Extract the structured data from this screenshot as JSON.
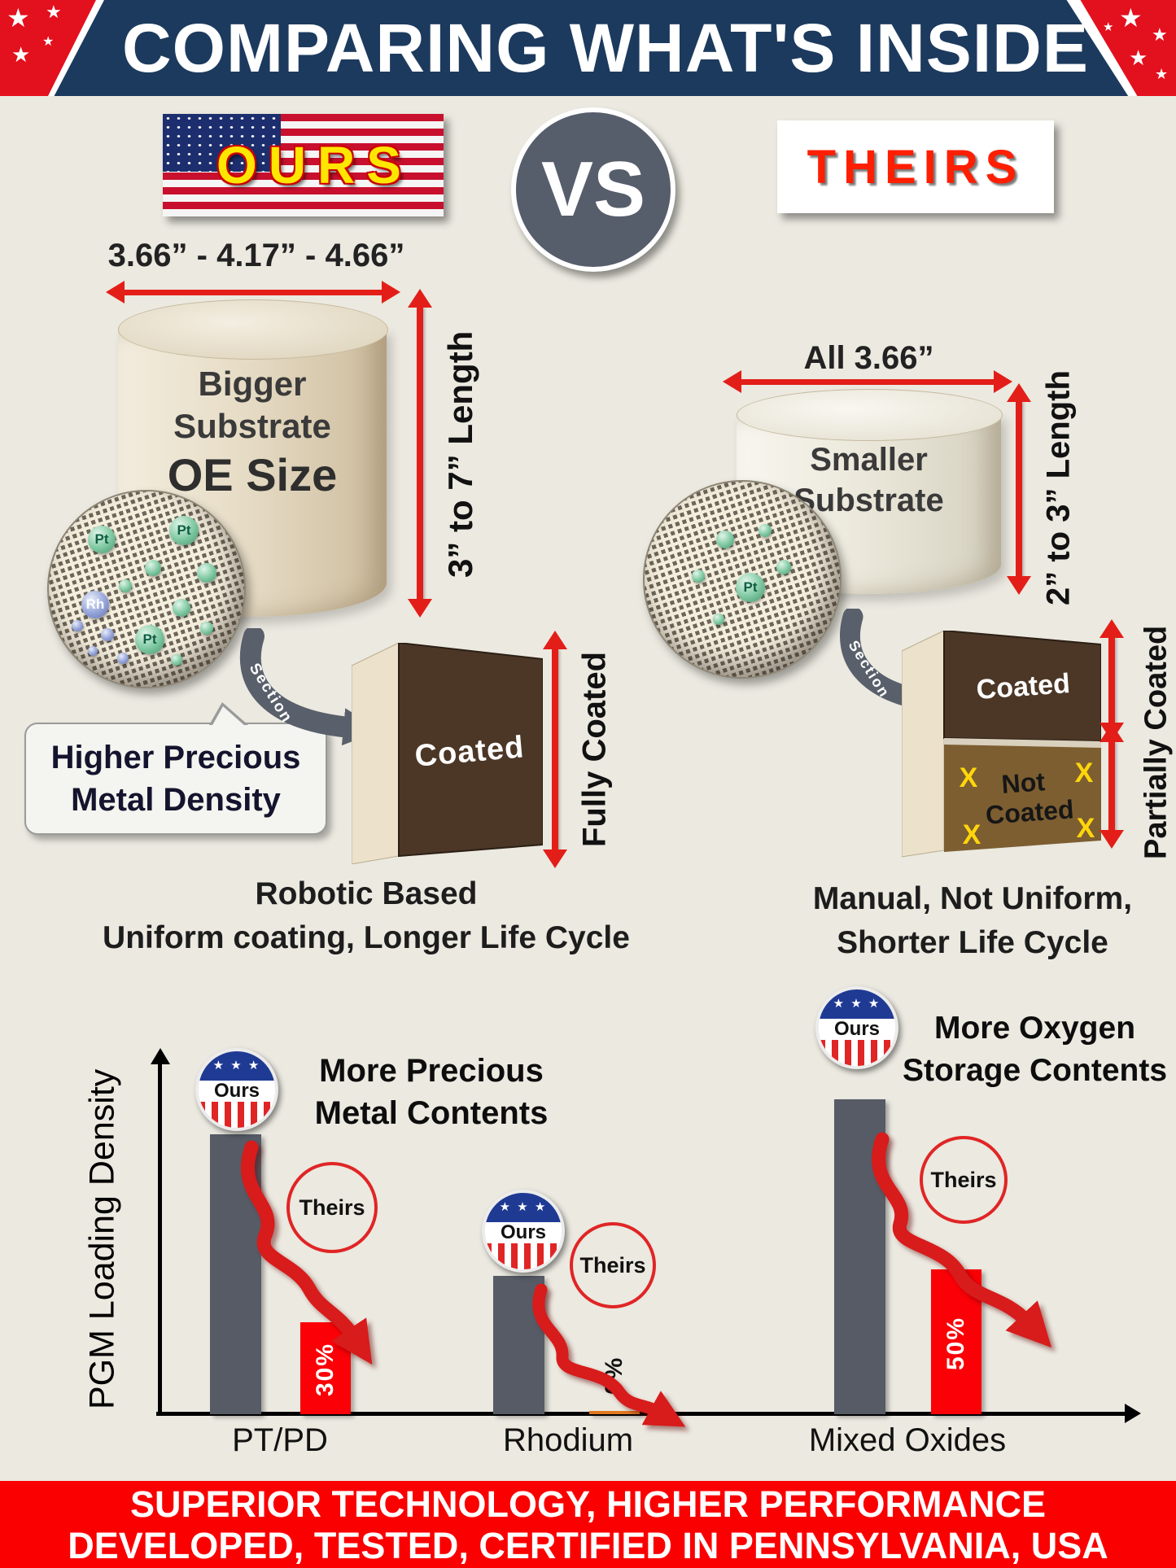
{
  "header": {
    "title": "COMPARING WHAT'S INSIDE"
  },
  "versus": {
    "ours": "OURS",
    "vs": "VS",
    "theirs": "THEIRS"
  },
  "icons": {
    "star": "★",
    "stars_row": "★ ★ ★"
  },
  "colors": {
    "header_navy": "#1c3a5e",
    "accent_red": "#e31e18",
    "footer_red": "#fb0000",
    "bar_gray": "#565b66",
    "bar_red": "#fb0006",
    "flag_yellow": "#ffe600"
  },
  "ours_side": {
    "diameter_label": "3.66” - 4.17” - 4.66”",
    "substrate_lines": [
      "Bigger",
      "Substrate"
    ],
    "oe_size": "OE Size",
    "length_label": "3” to 7” Length",
    "particle_labels": [
      "Pt",
      "Pt",
      "Rh",
      "Pt"
    ],
    "callout_lines": [
      "Higher Precious",
      "Metal Density"
    ],
    "section_label": "Section",
    "coated_label": "Coated",
    "coverage_label": "Fully Coated",
    "caption_lines": [
      "Robotic  Based",
      "Uniform coating, Longer Life Cycle"
    ]
  },
  "theirs_side": {
    "diameter_label": "All 3.66”",
    "substrate_lines": [
      "Smaller",
      "Substrate"
    ],
    "length_label": "2” to 3” Length",
    "particle_labels": [
      "Pt"
    ],
    "section_label": "Section",
    "coated_label": "Coated",
    "not_coated_lines": [
      "Not",
      "Coated"
    ],
    "x_mark": "X",
    "coverage_label": "Partially Coated",
    "caption_lines": [
      "Manual, Not Uniform,",
      "Shorter Life Cycle"
    ]
  },
  "chart_data": {
    "type": "bar",
    "title": "",
    "ylabel": "PGM Loading Density",
    "xlabel": "",
    "categories": [
      "PT/PD",
      "Rhodium",
      "Mixed Oxides"
    ],
    "series": [
      {
        "name": "Ours",
        "color": "#565b66",
        "values": [
          79,
          39,
          89
        ]
      },
      {
        "name": "Theirs",
        "color": "#fb0006",
        "values": [
          26,
          1,
          41
        ],
        "bar_labels": [
          "30%",
          "0%",
          "50%"
        ]
      }
    ],
    "annotations": [
      {
        "lines": [
          "More Precious",
          "Metal Contents"
        ]
      },
      {
        "lines": [
          "More Oxygen",
          "Storage Contents"
        ]
      }
    ],
    "ours_badge": "Ours",
    "theirs_badge": "Theirs",
    "ylim": [
      0,
      100
    ],
    "grid": false,
    "legend_position": "none"
  },
  "footer": {
    "lines": [
      "SUPERIOR TECHNOLOGY, HIGHER PERFORMANCE",
      "DEVELOPED, TESTED, CERTIFIED IN PENNSYLVANIA, USA"
    ]
  }
}
